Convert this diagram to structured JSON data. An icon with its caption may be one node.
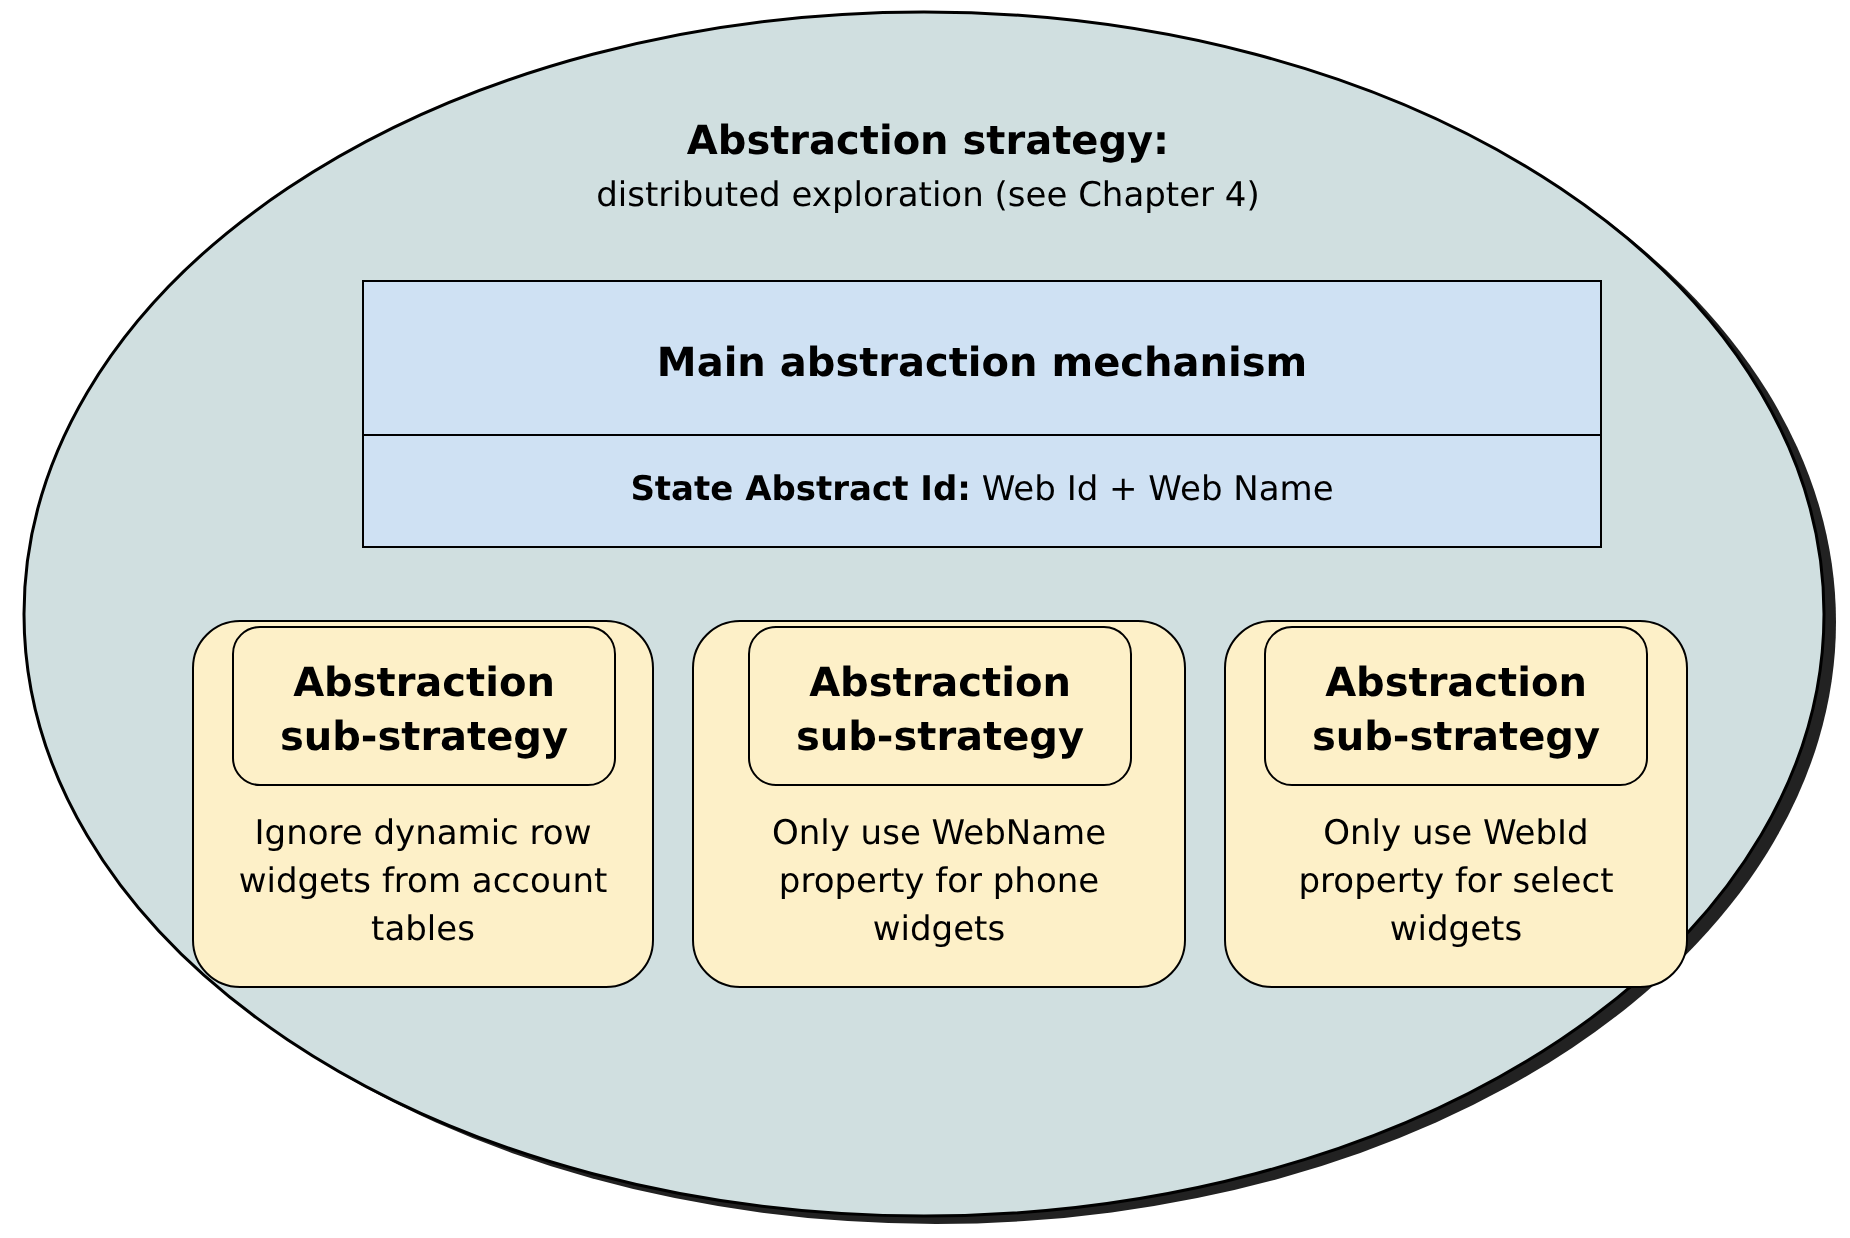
{
  "diagram": {
    "nodes": [
      {
        "text": [
          "Abstraction strategy:",
          "distributed exploration (see Chapter 4)"
        ]
      },
      {
        "text": [
          "Main abstraction mechanism",
          "**State Abstract Id:** Web Id + Web Name"
        ],
        "in": 0
      },
      {
        "text": [
          "Ignore dynamic row widgets from account tables"
        ],
        "in": 0
      },
      {
        "text": [
          "Abstraction sub-strategy"
        ],
        "in": 2
      },
      {
        "text": [
          "Only use WebName property for phone widgets"
        ],
        "in": 0
      },
      {
        "text": [
          "Abstraction sub-strategy"
        ],
        "in": 4
      },
      {
        "text": [
          "Only use WebId property for select widgets"
        ],
        "in": 0
      },
      {
        "text": [
          "Abstraction sub-strategy"
        ],
        "in": 6
      }
    ],
    "edges": []
  }
}
